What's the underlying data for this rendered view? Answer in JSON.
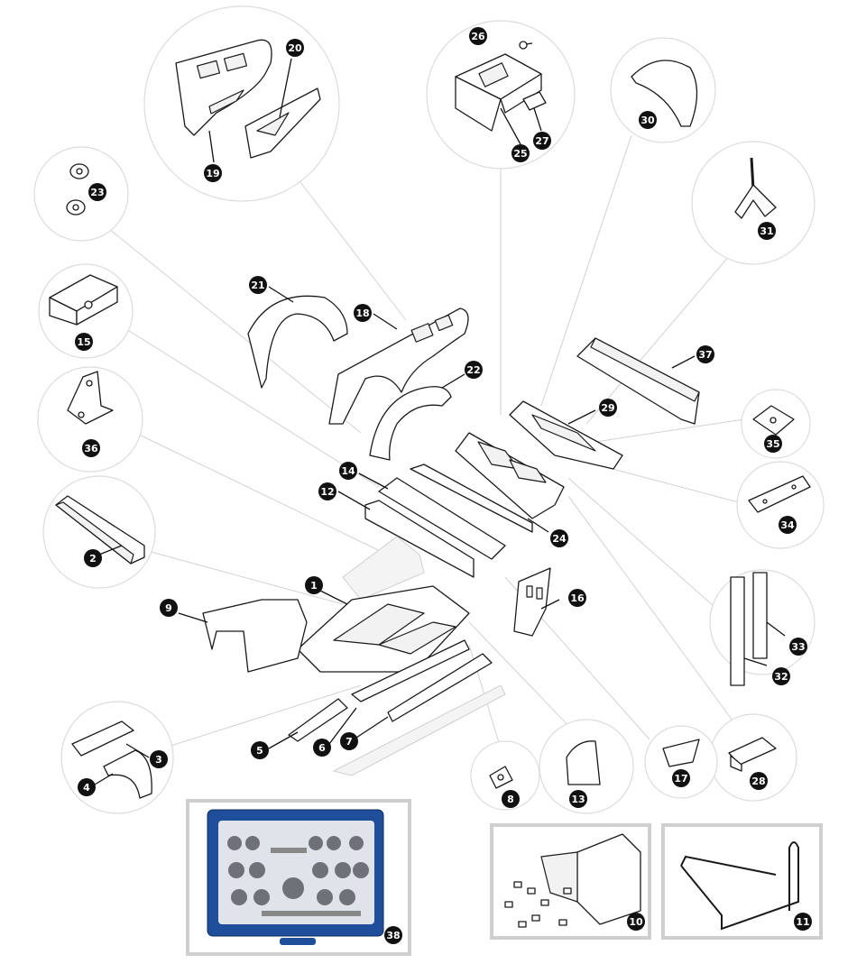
{
  "diagram": {
    "callouts": [
      {
        "id": "c1",
        "label": "1"
      },
      {
        "id": "c2",
        "label": "2"
      },
      {
        "id": "c3",
        "label": "3"
      },
      {
        "id": "c4",
        "label": "4"
      },
      {
        "id": "c5",
        "label": "5"
      },
      {
        "id": "c6",
        "label": "6"
      },
      {
        "id": "c7",
        "label": "7"
      },
      {
        "id": "c8",
        "label": "8"
      },
      {
        "id": "c9",
        "label": "9"
      },
      {
        "id": "c10",
        "label": "10"
      },
      {
        "id": "c11",
        "label": "11"
      },
      {
        "id": "c12",
        "label": "12"
      },
      {
        "id": "c13",
        "label": "13"
      },
      {
        "id": "c14",
        "label": "14"
      },
      {
        "id": "c15",
        "label": "15"
      },
      {
        "id": "c16",
        "label": "16"
      },
      {
        "id": "c17",
        "label": "17"
      },
      {
        "id": "c18",
        "label": "18"
      },
      {
        "id": "c19",
        "label": "19"
      },
      {
        "id": "c20",
        "label": "20"
      },
      {
        "id": "c21",
        "label": "21"
      },
      {
        "id": "c22",
        "label": "22"
      },
      {
        "id": "c23",
        "label": "23"
      },
      {
        "id": "c24",
        "label": "24"
      },
      {
        "id": "c25",
        "label": "25"
      },
      {
        "id": "c26",
        "label": "26"
      },
      {
        "id": "c27",
        "label": "27"
      },
      {
        "id": "c28",
        "label": "28"
      },
      {
        "id": "c29",
        "label": "29"
      },
      {
        "id": "c30",
        "label": "30"
      },
      {
        "id": "c31",
        "label": "31"
      },
      {
        "id": "c32",
        "label": "32"
      },
      {
        "id": "c33",
        "label": "33"
      },
      {
        "id": "c34",
        "label": "34"
      },
      {
        "id": "c35",
        "label": "35"
      },
      {
        "id": "c36",
        "label": "36"
      },
      {
        "id": "c37",
        "label": "37"
      },
      {
        "id": "c38",
        "label": "38"
      }
    ],
    "colors": {
      "badge": "#111111",
      "badge_text": "#ffffff",
      "leader_line": "#d2d2d2",
      "detail_circle": "#dcdcdc",
      "tool_case": "#1f4f9a",
      "tool_tray": "#dfe4ea"
    }
  }
}
